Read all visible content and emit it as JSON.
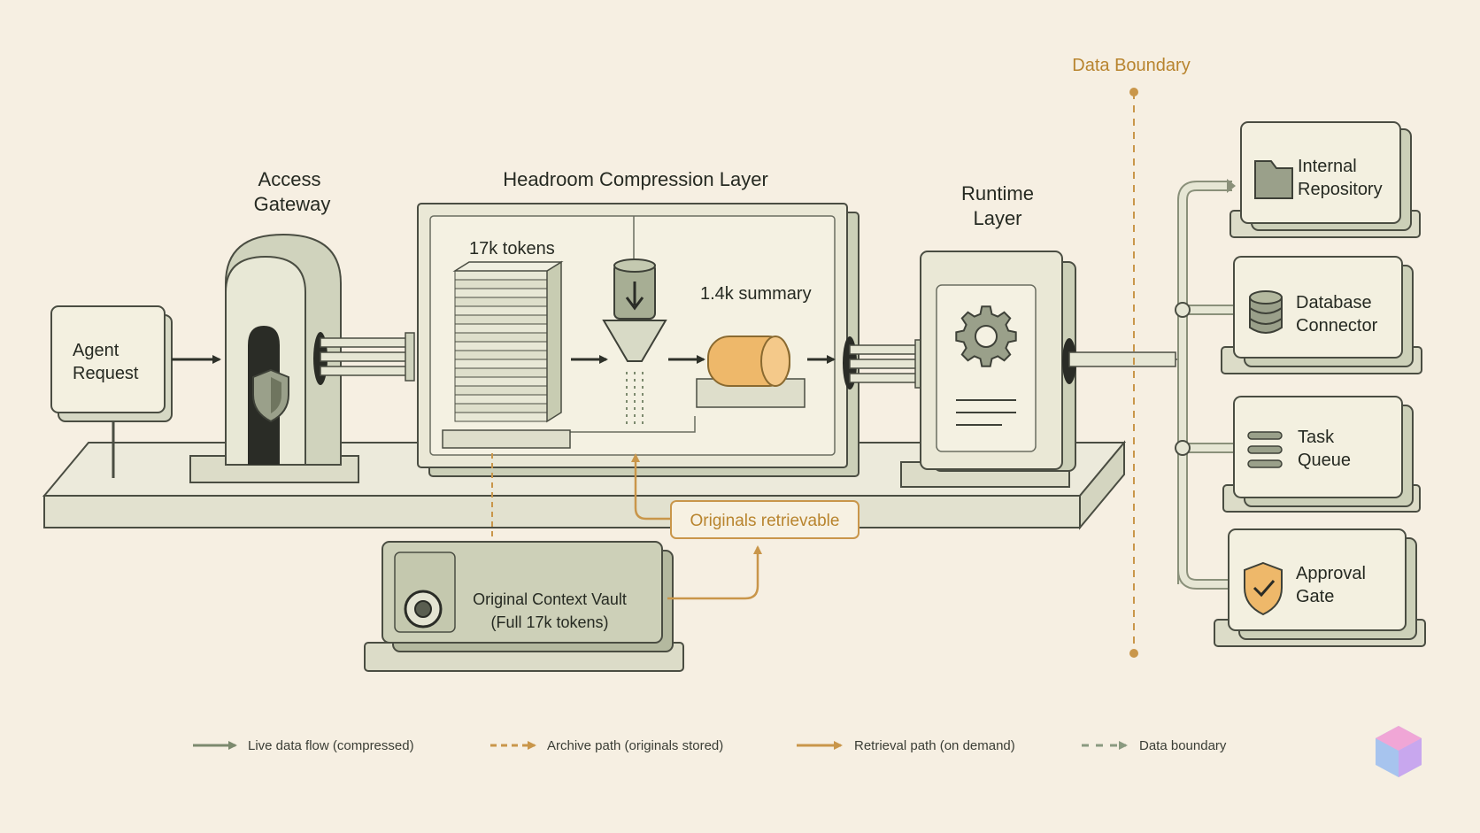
{
  "diagram": {
    "data_boundary_label": "Data Boundary",
    "agent_request": [
      "Agent",
      "Request"
    ],
    "access_gateway": [
      "Access",
      "Gateway"
    ],
    "compression_layer_title": "Headroom Compression Layer",
    "tokens_label": "17k tokens",
    "summary_label": "1.4k summary",
    "runtime_layer": [
      "Runtime",
      "Layer"
    ],
    "originals_retrievable": "Originals retrievable",
    "vault": [
      "Original Context Vault",
      "(Full 17k tokens)"
    ],
    "internal_repository": [
      "Internal",
      "Repository"
    ],
    "database_connector": [
      "Database",
      "Connector"
    ],
    "task_queue": [
      "Task",
      "Queue"
    ],
    "approval_gate": [
      "Approval",
      "Gate"
    ]
  },
  "legend": [
    {
      "label": "Live data flow (compressed)",
      "style": "solid",
      "color": "#7c8a6e"
    },
    {
      "label": "Archive path (originals stored)",
      "style": "dashed",
      "color": "#c9964a"
    },
    {
      "label": "Retrieval path (on demand)",
      "style": "solid",
      "color": "#c9964a"
    },
    {
      "label": "Data boundary",
      "style": "dashed",
      "color": "#8a9a80"
    }
  ],
  "colors": {
    "background": "#f6efe2",
    "component": "#e4e4d2",
    "component_dark": "#c8ccb2",
    "accent_gold": "#c9964a",
    "summary_fill": "#eeb86a",
    "outline": "#4a4d42"
  }
}
